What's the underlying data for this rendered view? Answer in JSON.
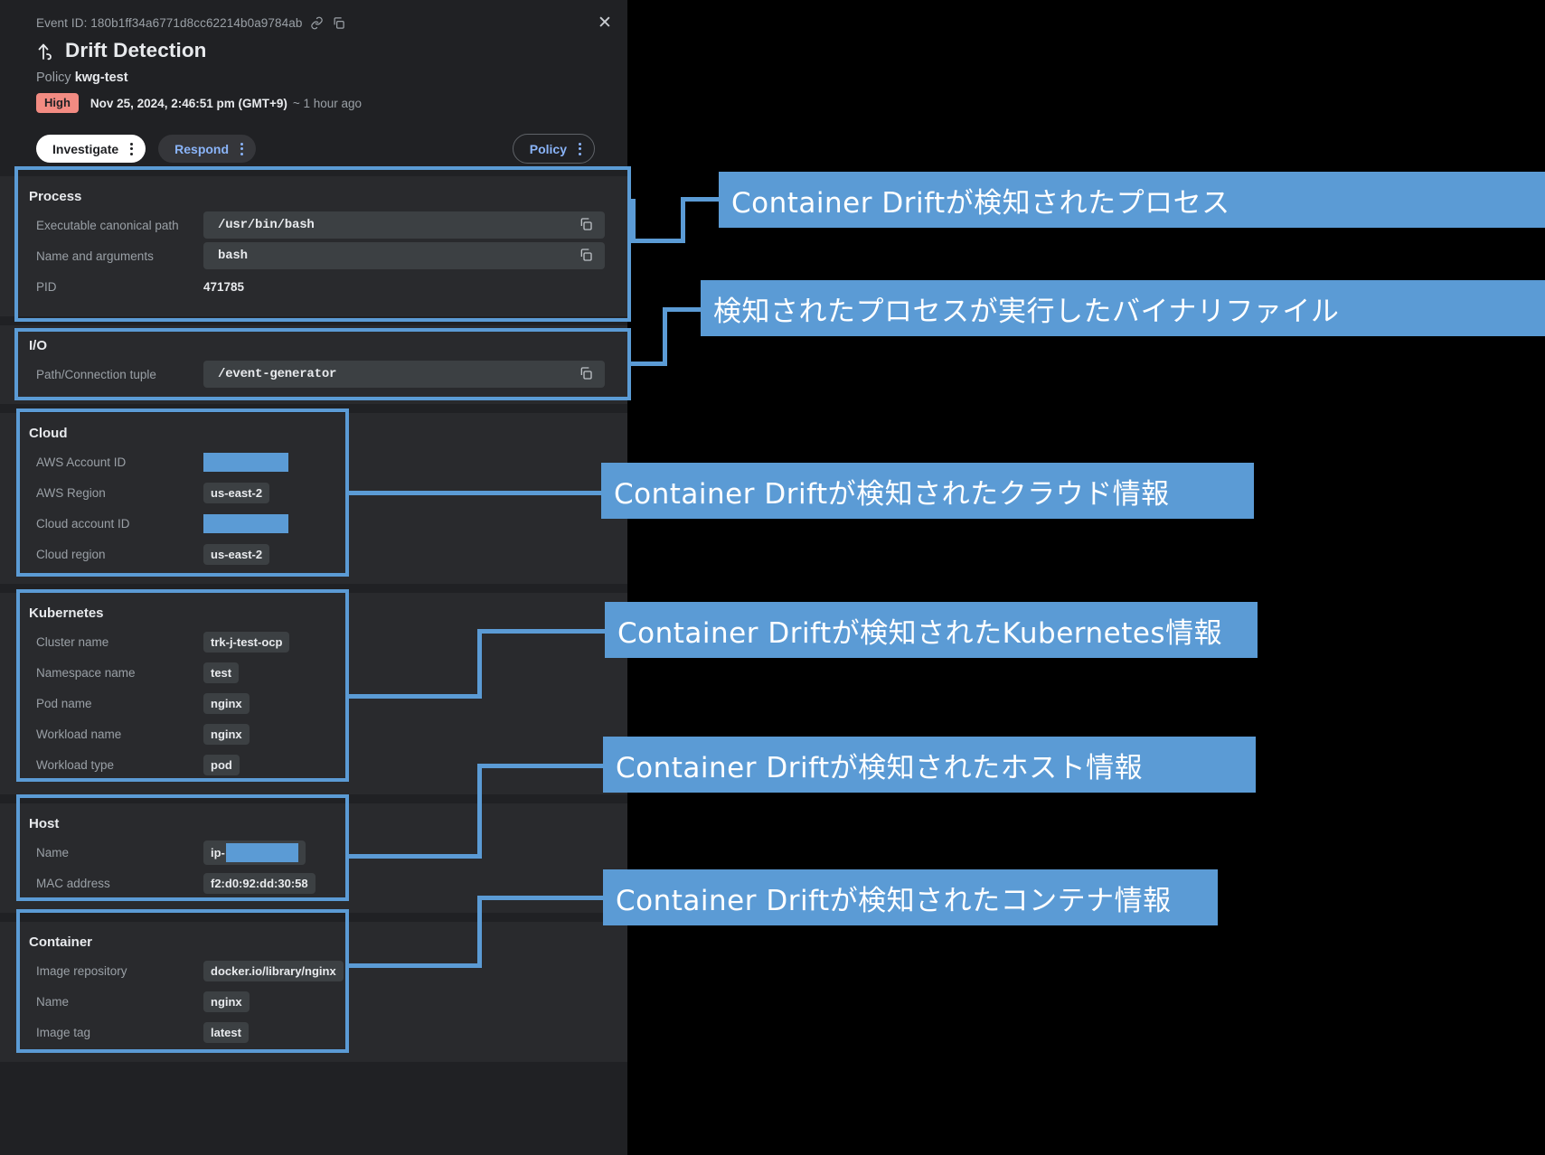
{
  "panel": {
    "event_id_label": "Event ID: 180b1ff34a6771d8cc62214b0a9784ab",
    "link_icon": "link-icon",
    "copy_icon": "copy-icon",
    "close_icon": "close-icon",
    "title": "Drift Detection",
    "title_icon": "drift-arrow-icon",
    "policy_prefix": "Policy",
    "policy_name": "kwg-test",
    "severity": "High",
    "timestamp": "Nov 25, 2024, 2:46:51 pm (GMT+9)",
    "time_ago": "~ 1 hour ago",
    "buttons": {
      "investigate": "Investigate",
      "respond": "Respond",
      "policy": "Policy"
    },
    "sections": [
      {
        "title": "Process",
        "rows": [
          {
            "label": "Executable canonical path",
            "value": "/usr/bin/bash",
            "style": "wide",
            "copy": true
          },
          {
            "label": "Name and arguments",
            "value": "bash",
            "style": "wide",
            "copy": true
          },
          {
            "label": "PID",
            "value": "471785",
            "style": "plain",
            "copy": false
          }
        ]
      },
      {
        "title": "I/O",
        "rows": [
          {
            "label": "Path/Connection tuple",
            "value": "/event-generator",
            "style": "wide",
            "copy": true
          }
        ]
      },
      {
        "title": "Cloud",
        "rows": [
          {
            "label": "AWS Account ID",
            "value": "",
            "style": "redacted",
            "copy": false
          },
          {
            "label": "AWS Region",
            "value": "us-east-2",
            "style": "chip",
            "copy": false
          },
          {
            "label": "Cloud account ID",
            "value": "",
            "style": "redacted",
            "copy": false
          },
          {
            "label": "Cloud region",
            "value": "us-east-2",
            "style": "chip",
            "copy": false
          }
        ]
      },
      {
        "title": "Kubernetes",
        "rows": [
          {
            "label": "Cluster name",
            "value": "trk-j-test-ocp",
            "style": "chip",
            "copy": false
          },
          {
            "label": "Namespace name",
            "value": "test",
            "style": "chip",
            "copy": false
          },
          {
            "label": "Pod name",
            "value": "nginx",
            "style": "chip",
            "copy": false
          },
          {
            "label": "Workload name",
            "value": "nginx",
            "style": "chip",
            "copy": false
          },
          {
            "label": "Workload type",
            "value": "pod",
            "style": "chip",
            "copy": false
          }
        ]
      },
      {
        "title": "Host",
        "rows": [
          {
            "label": "Name",
            "value": "ip-",
            "style": "chip-redacted",
            "copy": false
          },
          {
            "label": "MAC address",
            "value": "f2:d0:92:dd:30:58",
            "style": "chip",
            "copy": false
          }
        ]
      },
      {
        "title": "Container",
        "rows": [
          {
            "label": "Image repository",
            "value": "docker.io/library/nginx",
            "style": "chip",
            "copy": false
          },
          {
            "label": "Name",
            "value": "nginx",
            "style": "chip",
            "copy": false
          },
          {
            "label": "Image tag",
            "value": "latest",
            "style": "chip",
            "copy": false
          }
        ]
      }
    ]
  },
  "annotations": {
    "accent_color": "#5b9bd5",
    "notes": [
      {
        "text": "Container Driftが検知されたプロセス"
      },
      {
        "text": "検知されたプロセスが実行したバイナリファイル"
      },
      {
        "text": "Container Driftが検知されたクラウド情報"
      },
      {
        "text": "Container Driftが検知されたKubernetes情報"
      },
      {
        "text": "Container Driftが検知されたホスト情報"
      },
      {
        "text": "Container Driftが検知されたコンテナ情報"
      }
    ]
  }
}
